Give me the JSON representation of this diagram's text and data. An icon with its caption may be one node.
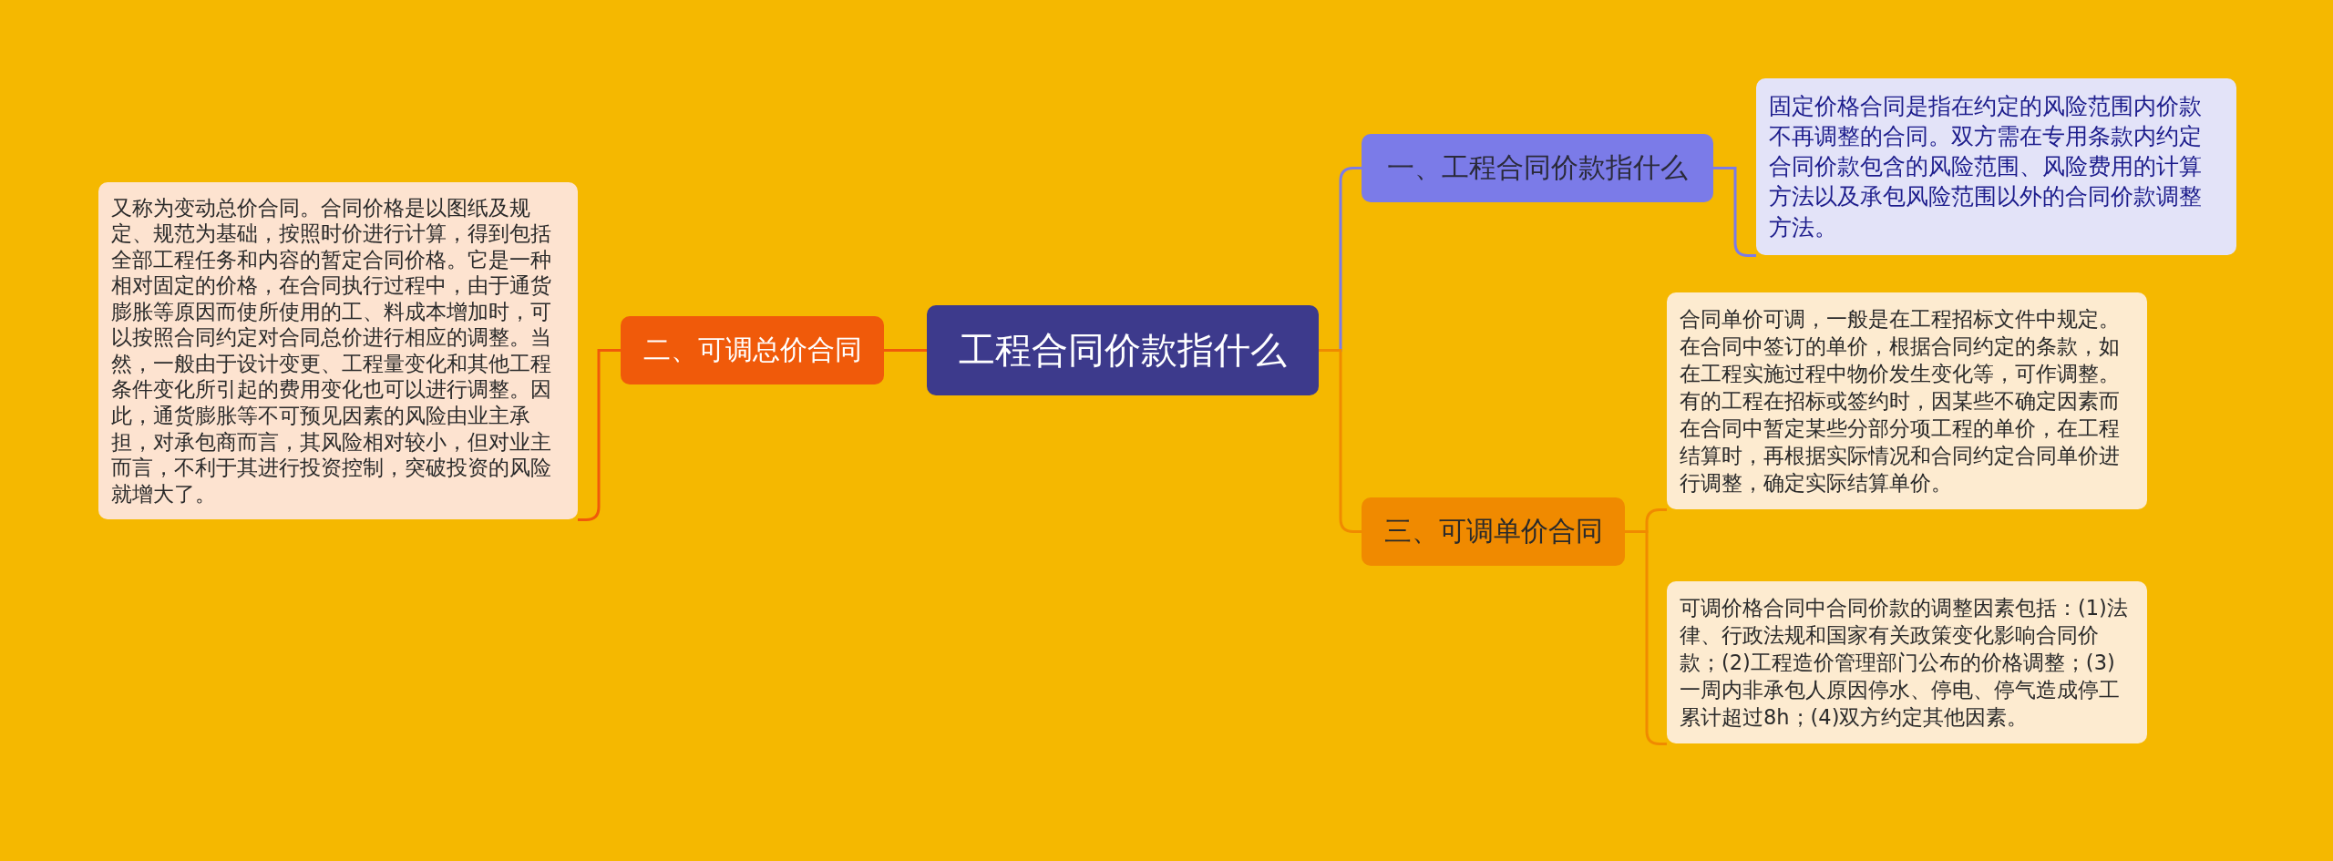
{
  "diagram": {
    "nodes": [
      {
        "text": [
          "工程合同价款指什么"
        ]
      },
      {
        "text": [
          "一、工程合同价款指什么"
        ]
      },
      {
        "text": [
          "固定价格合同是指在约定的风险范围内价款不再调整的合同。双方需在专用条款内约定合同价款包含的风险范围、风险费用的计算方法以及承包风险范围以外的合同价款调整方法。"
        ]
      },
      {
        "text": [
          "二、可调总价合同"
        ]
      },
      {
        "text": [
          "又称为变动总价合同。合同价格是以图纸及规定、规范为基础，按照时价进行计算，得到包括全部工程任务和内容的暂定合同价格。它是一种相对固定的价格，在合同执行过程中，由于通货膨胀等原因而使所使用的工、料成本增加时，可以按照合同约定对合同总价进行相应的调整。当然，一般由于设计变更、工程量变化和其他工程条件变化所引起的费用变化也可以进行调整。因此，通货膨胀等不可预见因素的风险由业主承担，对承包商而言，其风险相对较小，但对业主而言，不利于其进行投资控制，突破投资的风险就增大了。"
        ]
      },
      {
        "text": [
          "三、可调单价合同"
        ]
      },
      {
        "text": [
          "合同单价可调，一般是在工程招标文件中规定。在合同中签订的单价，根据合同约定的条款，如在工程实施过程中物价发生变化等，可作调整。有的工程在招标或签约时，因某些不确定因素而在合同中暂定某些分部分项工程的单价，在工程结算时，再根据实际情况和合同约定合同单价进行调整，确定实际结算单价。"
        ]
      },
      {
        "text": [
          "可调价格合同中合同价款的调整因素包括：(1)法律、行政法规和国家有关政策变化影响合同价款；(2)工程造价管理部门公布的价格调整；(3)一周内非承包人原因停水、停电、停气造成停工累计超过8h；(4)双方约定其他因素。"
        ]
      }
    ],
    "edges": [
      {
        "from": 0,
        "to": 1,
        "arrow": "none",
        "color": "#7b7be8"
      },
      {
        "from": 1,
        "to": 2,
        "arrow": "none",
        "color": "#7b7be8"
      },
      {
        "from": 0,
        "to": 3,
        "arrow": "none",
        "color": "#f05a0a"
      },
      {
        "from": 3,
        "to": 4,
        "arrow": "none",
        "color": "#f05a0a"
      },
      {
        "from": 0,
        "to": 5,
        "arrow": "none",
        "color": "#f08a00"
      },
      {
        "from": 5,
        "to": 6,
        "arrow": "none",
        "color": "#f08a00"
      },
      {
        "from": 5,
        "to": 7,
        "arrow": "none",
        "color": "#f08a00"
      }
    ]
  }
}
